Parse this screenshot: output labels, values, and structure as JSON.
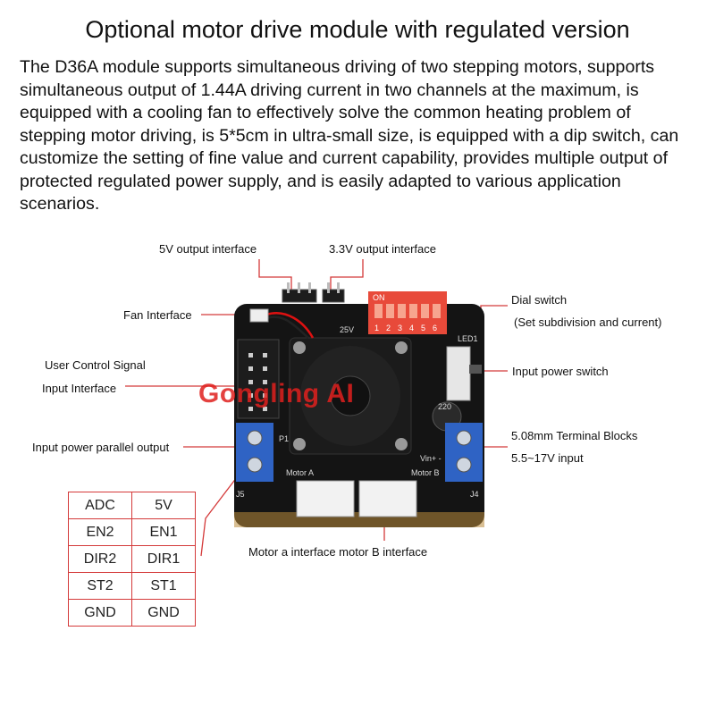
{
  "title": "Optional motor drive module with regulated version",
  "description": "The D36A module supports simultaneous driving of two stepping motors, supports simultaneous output of 1.44A driving current in two channels at the maximum, is equipped with a cooling fan to effectively solve the common heating problem of stepping motor driving, is 5*5cm in ultra-small size, is equipped with a dip switch, can customize the setting of fine value and current capability, provides multiple output of protected regulated power supply, and is easily adapted to various application scenarios.",
  "labels": {
    "out_5v": "5V output interface",
    "out_3v3": "3.3V output interface",
    "fan": "Fan Interface",
    "dial_switch": "Dial switch",
    "dial_switch_sub": "(Set subdivision and current)",
    "user_signal_1": "User Control Signal",
    "user_signal_2": "Input Interface",
    "power_switch": "Input power switch",
    "parallel_output": "Input power parallel output",
    "terminal_blocks": "5.08mm Terminal Blocks",
    "input_range": "5.5~17V input",
    "motor_interfaces": "Motor a interface motor B interface"
  },
  "watermark": "Gongling AI",
  "pin_table": [
    [
      "ADC",
      "5V"
    ],
    [
      "EN2",
      "EN1"
    ],
    [
      "DIR2",
      "DIR1"
    ],
    [
      "ST2",
      "ST1"
    ],
    [
      "GND",
      "GND"
    ]
  ],
  "board": {
    "dip_label": "ON",
    "dip_numbers": [
      "1",
      "2",
      "3",
      "4",
      "5",
      "6"
    ],
    "silk_vin": "Vin+ -",
    "silk_motor_a": "Motor A",
    "silk_motor_b": "Motor B",
    "silk_j5": "J5",
    "silk_j4": "J4",
    "silk_p1": "P1",
    "silk_led": "LED1",
    "silk_cap": "220",
    "silk_cap_v": "25V"
  },
  "colors": {
    "board": "#141414",
    "terminal": "#2f63c4",
    "dip": "#e84a3a",
    "callout_line": "#d43a3a",
    "watermark": "#e0201e"
  }
}
